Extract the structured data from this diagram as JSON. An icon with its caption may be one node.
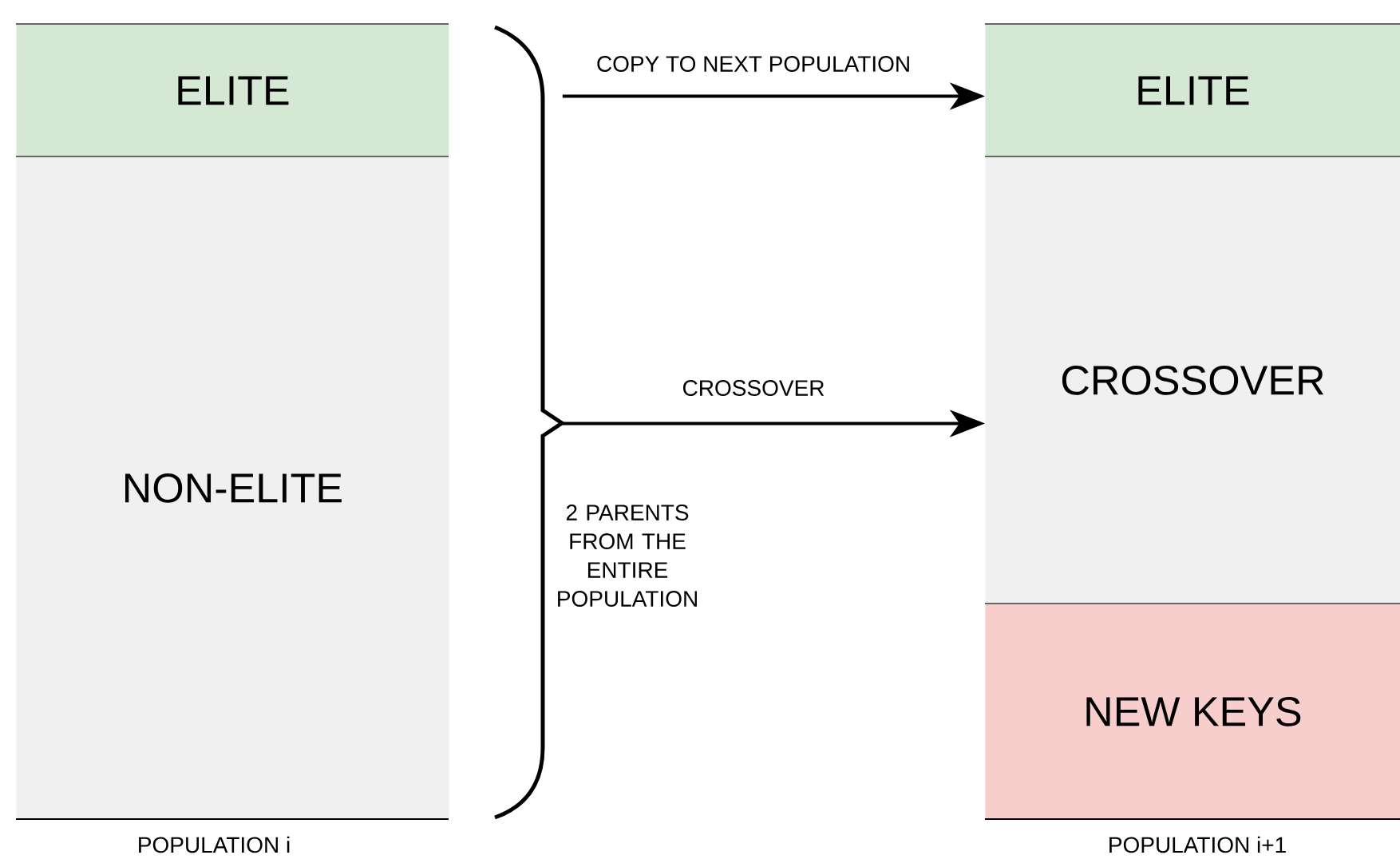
{
  "diagram": {
    "nodes": [
      {
        "text": [
          "ELITE"
        ]
      },
      {
        "text": [
          "NON-ELITE"
        ],
        "beside": [
          "POPULATION i"
        ]
      },
      {
        "text": [
          "ELITE"
        ]
      },
      {
        "text": [
          "CROSSOVER"
        ]
      },
      {
        "text": [
          "NEW KEYS"
        ],
        "beside": [
          "POPULATION i+1"
        ]
      },
      {
        "text": [],
        "shape": "brace"
      }
    ],
    "edges": [
      {
        "from": 5,
        "to": 2,
        "arrow": "to",
        "label": "COPY TO NEXT POPULATION"
      },
      {
        "from": 5,
        "to": 3,
        "arrow": "to",
        "label": "CROSSOVER"
      }
    ],
    "labels": [
      "2 PARENTS FROM THE ENTIRE POPULATION"
    ]
  }
}
